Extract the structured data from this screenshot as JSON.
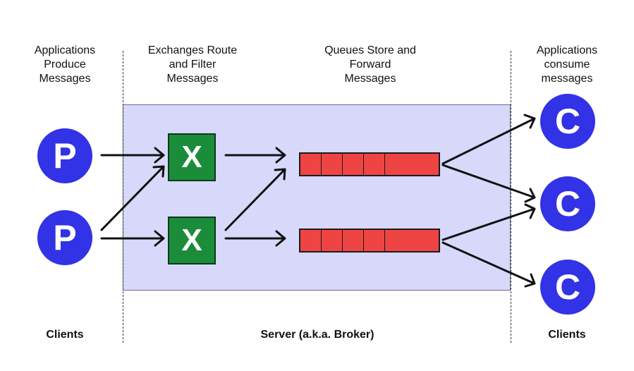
{
  "headers": {
    "producers": "Applications\nProduce\nMessages",
    "exchanges": "Exchanges Route\nand Filter\nMessages",
    "queues": "Queues Store and\nForward\nMessages",
    "consumers": "Applications\nconsume\nmessages"
  },
  "footers": {
    "left": "Clients",
    "middle": "Server (a.k.a. Broker)",
    "right": "Clients"
  },
  "nodes": {
    "producer_1": "P",
    "producer_2": "P",
    "exchange_1": "X",
    "exchange_2": "X",
    "consumer_1": "C",
    "consumer_2": "C",
    "consumer_3": "C"
  },
  "colors": {
    "node": "#3232e6",
    "exchange": "#1a8c3a",
    "queue": "#ef4444",
    "broker": "#d8d8fb"
  }
}
